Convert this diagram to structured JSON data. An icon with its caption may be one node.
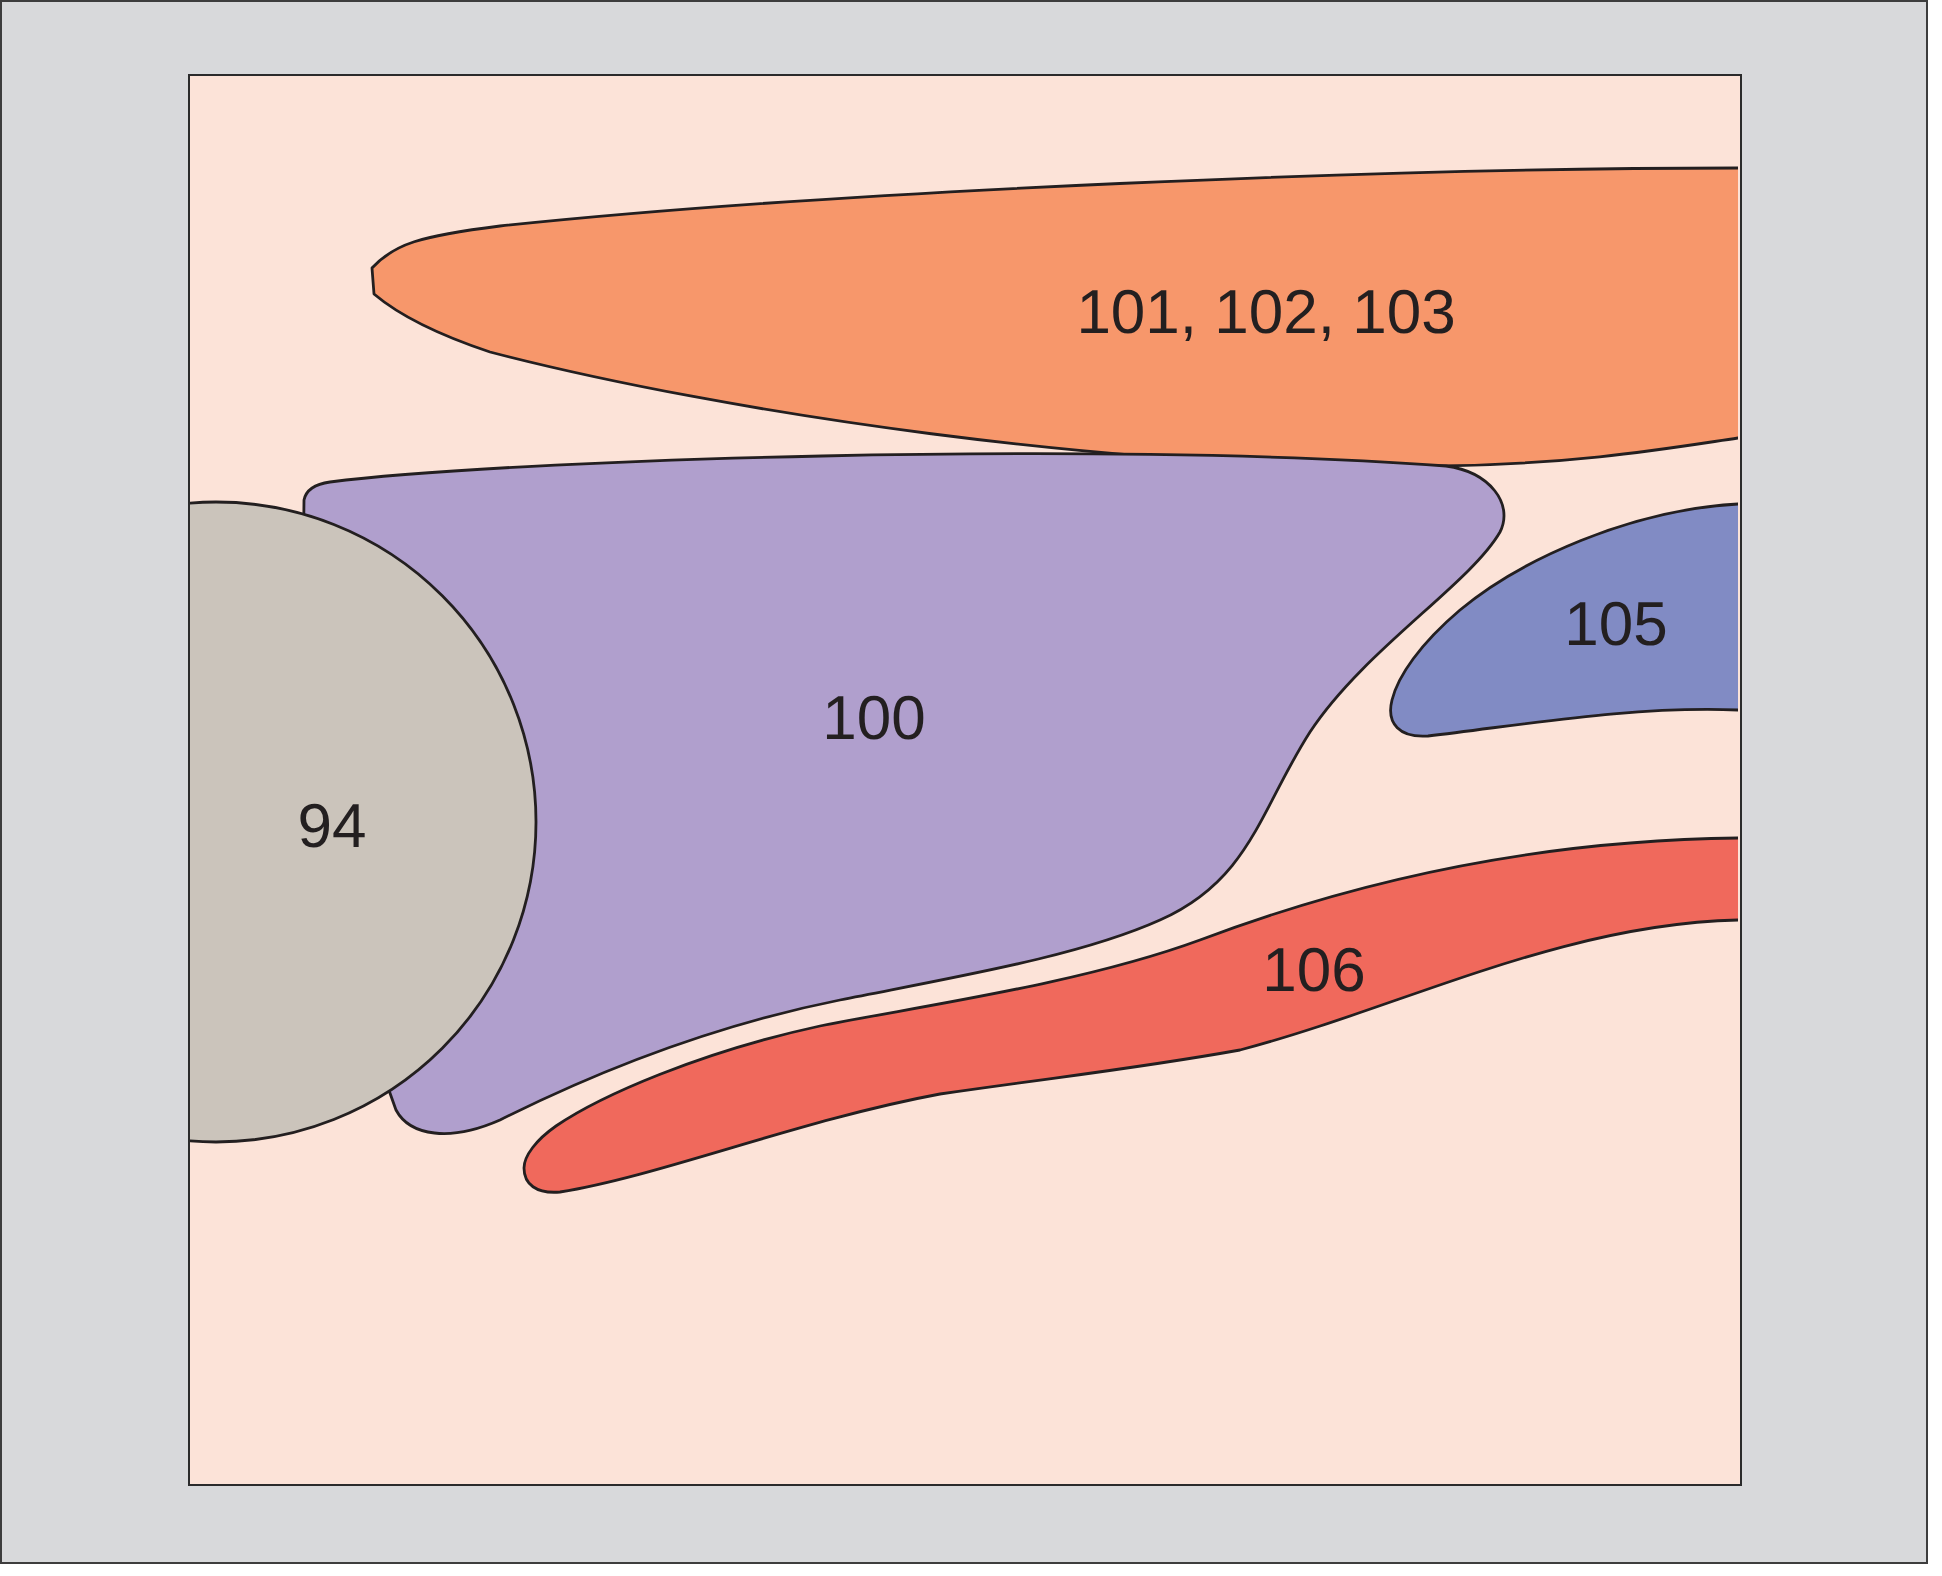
{
  "diagram": {
    "nodes": [
      {
        "text": [
          "101, 102, 103"
        ]
      },
      {
        "text": [
          "105"
        ]
      },
      {
        "text": [
          "100"
        ]
      },
      {
        "text": [
          "94"
        ]
      },
      {
        "text": [
          "106"
        ]
      }
    ]
  }
}
